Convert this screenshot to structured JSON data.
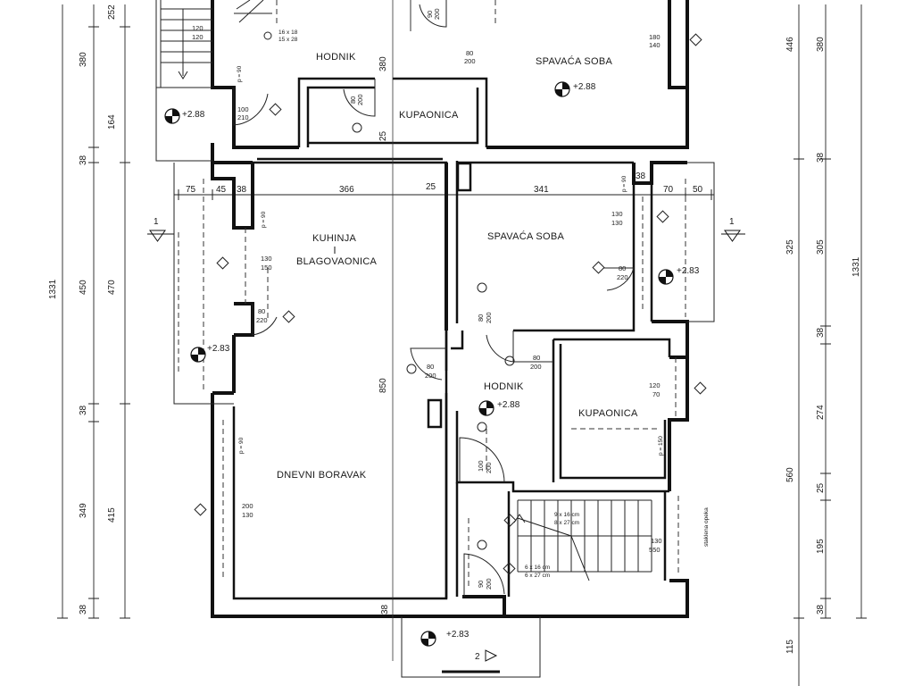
{
  "rooms": {
    "hodnik_top": "HODNIK",
    "spavaca_top": "SPAVAĆA SOBA",
    "kupaonica_top": "KUPAONICA",
    "kuhinja_1": "KUHINJA",
    "kuhinja_2": "BLAGOVAONICA",
    "spavaca_mid": "SPAVAĆA SOBA",
    "hodnik_mid": "HODNIK",
    "kupaonica_mid": "KUPAONICA",
    "dnevni": "DNEVNI BORAVAK"
  },
  "levels": {
    "l1": "+2.88",
    "l2": "+2.88",
    "l3": "+2.83",
    "l4": "+2.83",
    "l5": "+2.88",
    "l6": "+2.83"
  },
  "left_dims": {
    "a1": "252",
    "a2": "380",
    "a3": "164",
    "a4": "38",
    "a5": "450",
    "a6": "38",
    "a7": "349",
    "a8": "38",
    "b1": "1331",
    "b2": "470",
    "b3": "415"
  },
  "right_dims": {
    "c1": "446",
    "c2": "380",
    "c3": "38",
    "c4": "325",
    "c5": "305",
    "c6": "38",
    "c7": "274",
    "c8": "560",
    "c9": "25",
    "c10": "195",
    "c11": "38",
    "c12": "115",
    "c13": "1331"
  },
  "top_dims": {
    "d1": "75",
    "d2": "45",
    "d3": "38",
    "d4": "366",
    "d5": "25",
    "d6": "341",
    "d7": "38",
    "d8": "70",
    "d9": "50"
  },
  "inner_dims": {
    "h380": "380",
    "h25": "25",
    "h850": "850",
    "h38": "38"
  },
  "openings": {
    "o1a": "120",
    "o1b": "120",
    "o2a": "16 x 18",
    "o2b": "15 x 28",
    "o3a": "90",
    "o3b": "200",
    "o4a": "180",
    "o4b": "140",
    "o5a": "80",
    "o5b": "200",
    "o6a": "80",
    "o6b": "200",
    "o7a": "100",
    "o7b": "210",
    "o8": "p = 90",
    "o9": "p = 90",
    "o10": "p = 90",
    "o11a": "130",
    "o11b": "150",
    "o12a": "130",
    "o12b": "130",
    "o13a": "80",
    "o13b": "220",
    "o14a": "80",
    "o14b": "220",
    "o15a": "80",
    "o15b": "200",
    "o16a": "80",
    "o16b": "200",
    "o17a": "80",
    "o17b": "200",
    "o18a": "120",
    "o18b": "70",
    "o19": "p = 150",
    "o20": "p = 90",
    "o21a": "100",
    "o21b": "200",
    "o22a": "200",
    "o22b": "130",
    "o23a": "9 x 16 cm",
    "o23b": "8 x 27 cm",
    "o24a": "130",
    "o24b": "550",
    "o25a": "6 x 16 cm",
    "o25b": "6 x 27 cm",
    "o26a": "90",
    "o26b": "200",
    "o27": "staklena opeka"
  },
  "sections": {
    "s1_left": "1",
    "s1_right": "1",
    "s2": "2"
  }
}
